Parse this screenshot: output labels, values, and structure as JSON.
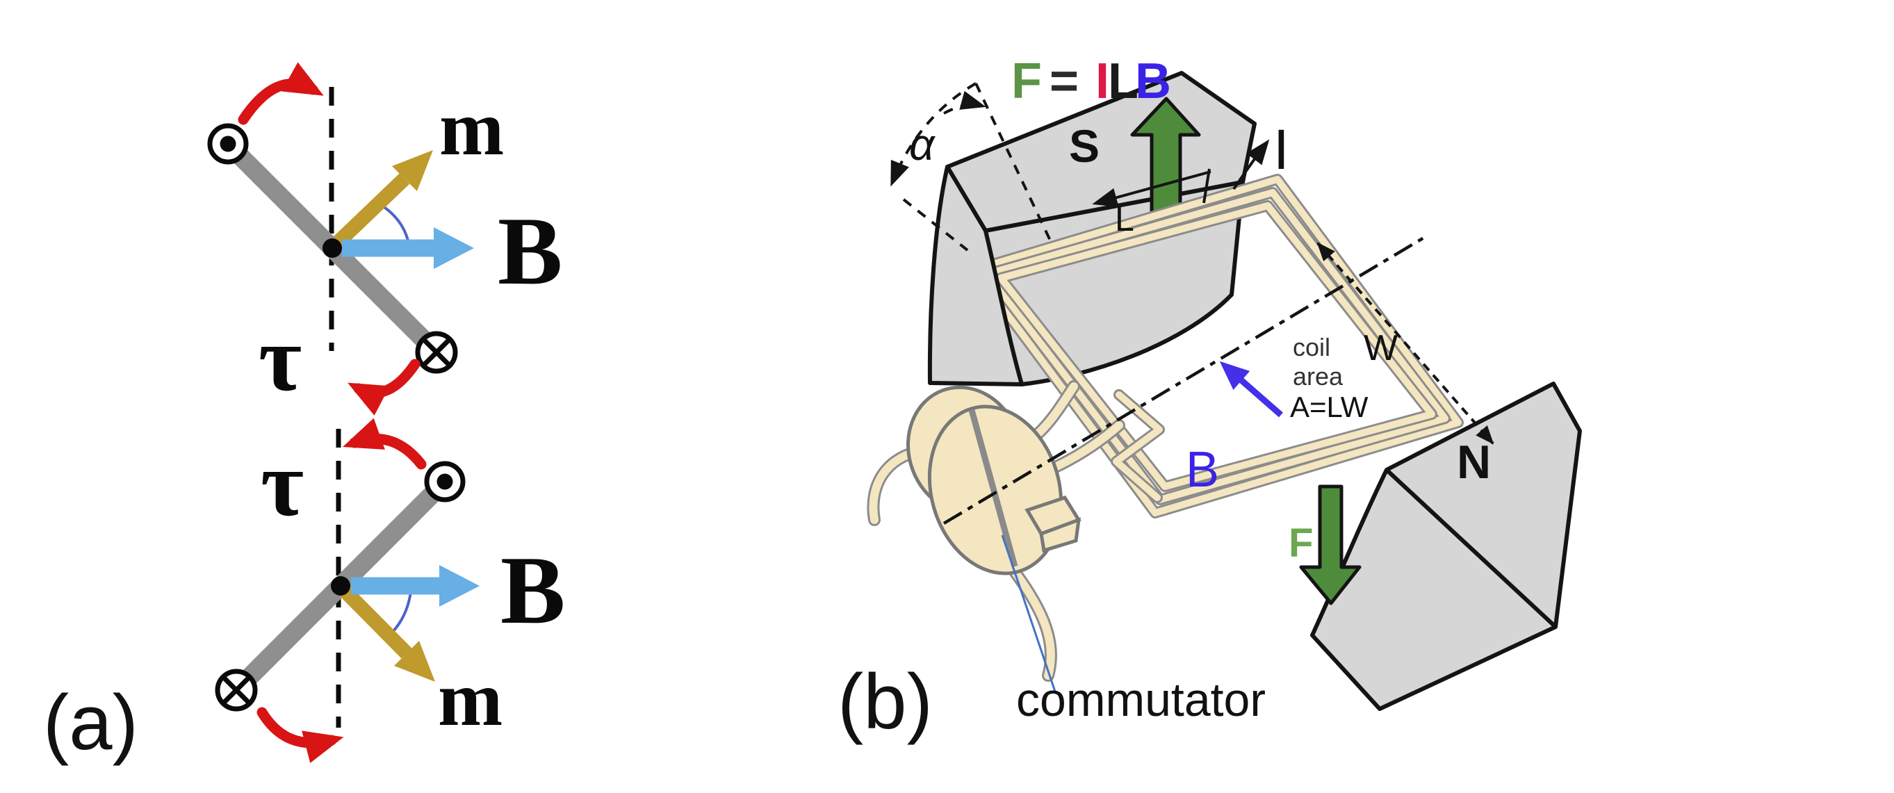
{
  "colors": {
    "moment_gold": "#BF9A2C",
    "field_sky_blue": "#67AFE5",
    "torque_red": "#D81414",
    "angle_arc_blue": "#4F63C8",
    "rod_gray": "#8F8F8F",
    "magnet_gray": "#D6D6D6",
    "wire_tan": "#F4E6C0",
    "wire_casing_gray": "#8C8C8C",
    "force_green": "#4E8C3B",
    "force_label_green": "#6BA84F",
    "formula_green": "#5B9447",
    "formula_crimson": "#DC1A47",
    "formula_blue": "#3A22E6",
    "field_arrow_blue": "#4430E8",
    "leader_blue": "#4472C4"
  },
  "panel_a": {
    "label": "(a)",
    "top_diagram": {
      "moment_label": "m",
      "field_label": "B",
      "torque_label": "τ"
    },
    "bottom_diagram": {
      "moment_label": "m",
      "field_label": "B",
      "torque_label": "τ"
    }
  },
  "panel_b": {
    "label": "(b)",
    "formula": {
      "force": "F",
      "equals": "=",
      "current": "I",
      "length": "L",
      "field": "B"
    },
    "south_pole": "S",
    "north_pole": "N",
    "alpha_label": "α",
    "length_label": "L",
    "width_label": "W",
    "current_label": "I",
    "field_label": "B",
    "coil_area": [
      "coil",
      "area",
      "A=LW"
    ],
    "force_label": "F",
    "commutator_label": "commutator"
  }
}
